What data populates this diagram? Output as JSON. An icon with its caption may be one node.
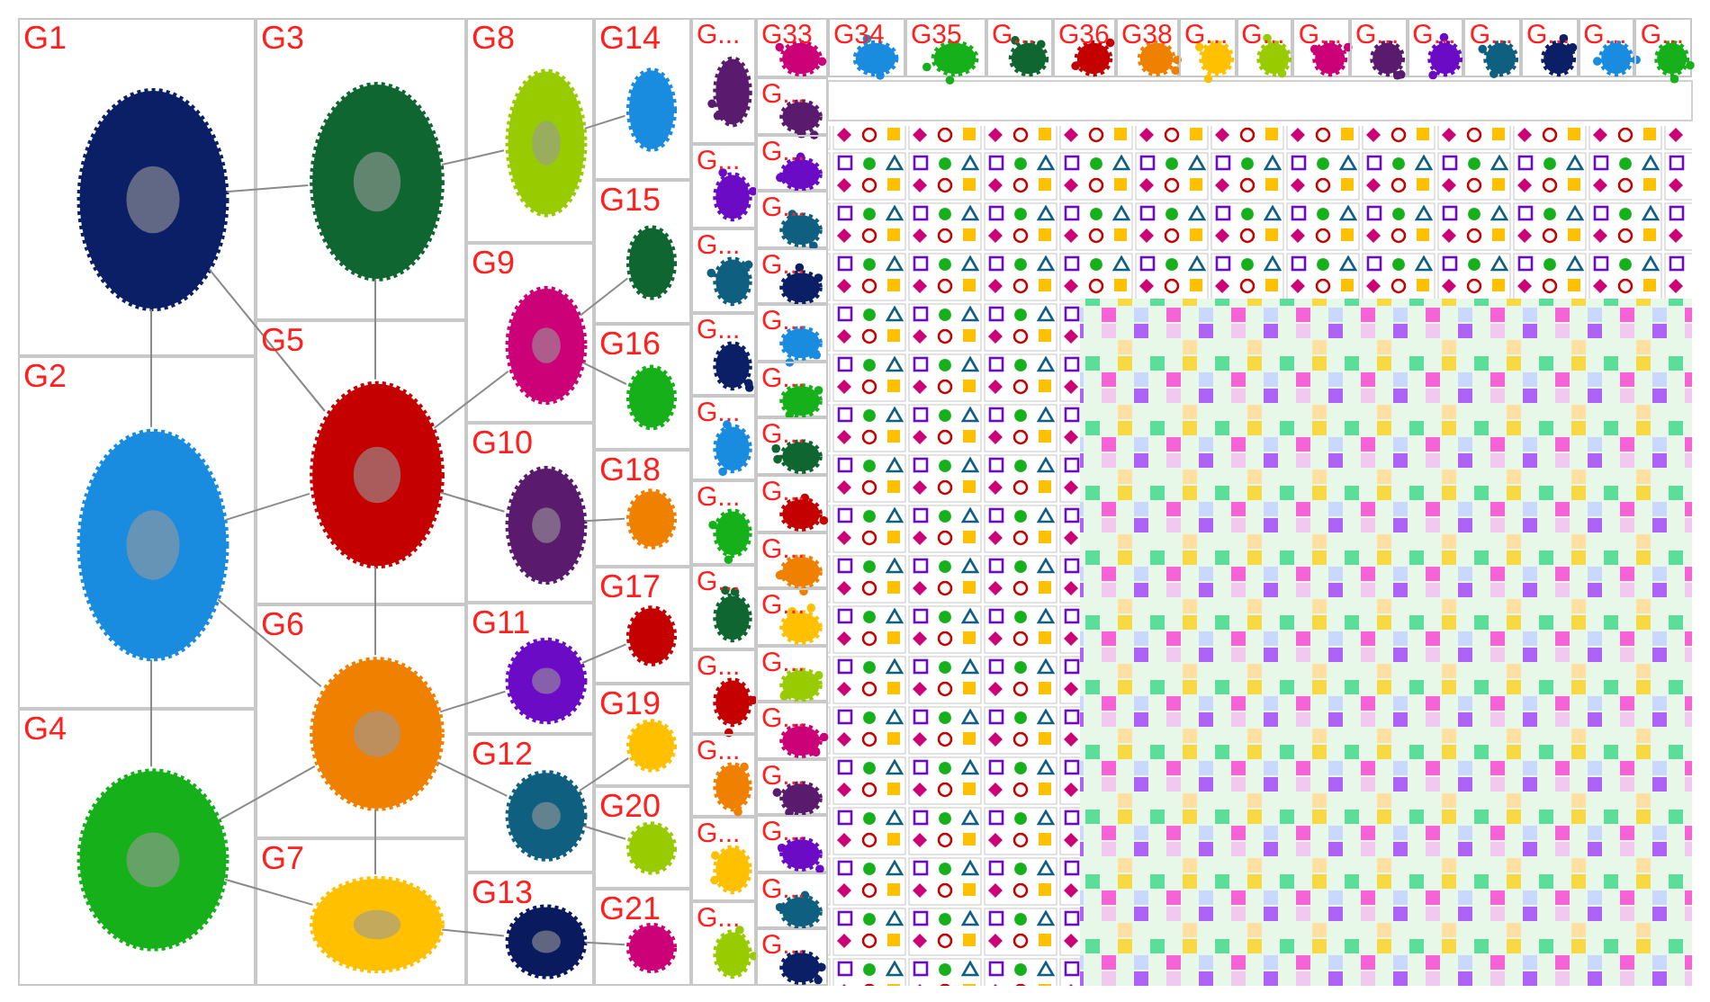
{
  "diagram": {
    "nodes": [
      {
        "text": [
          "G1"
        ]
      },
      {
        "text": [
          "G2"
        ]
      },
      {
        "text": [
          "G4"
        ]
      },
      {
        "text": [
          "G3"
        ]
      },
      {
        "text": [
          "G5"
        ]
      },
      {
        "text": [
          "G6"
        ]
      },
      {
        "text": [
          "G7"
        ]
      },
      {
        "text": [
          "G8"
        ]
      },
      {
        "text": [
          "G9"
        ]
      },
      {
        "text": [
          "G10"
        ]
      },
      {
        "text": [
          "G11"
        ]
      },
      {
        "text": [
          "G12"
        ]
      },
      {
        "text": [
          "G13"
        ]
      },
      {
        "text": [
          "G14"
        ]
      },
      {
        "text": [
          "G15"
        ]
      },
      {
        "text": [
          "G16"
        ]
      },
      {
        "text": [
          "G18"
        ]
      },
      {
        "text": [
          "G17"
        ]
      },
      {
        "text": [
          "G19"
        ]
      },
      {
        "text": [
          "G20"
        ]
      },
      {
        "text": [
          "G21"
        ]
      },
      {
        "text": [
          "G..."
        ]
      },
      {
        "text": [
          "G..."
        ]
      },
      {
        "text": [
          "G..."
        ]
      },
      {
        "text": [
          "G..."
        ]
      },
      {
        "text": [
          "G..."
        ]
      },
      {
        "text": [
          "G..."
        ]
      },
      {
        "text": [
          "G..."
        ]
      },
      {
        "text": [
          "G..."
        ]
      },
      {
        "text": [
          "G..."
        ]
      },
      {
        "text": [
          "G..."
        ]
      },
      {
        "text": [
          "G..."
        ]
      },
      {
        "text": [
          "G33"
        ]
      },
      {
        "text": [
          "G..."
        ]
      },
      {
        "text": [
          "G..."
        ]
      },
      {
        "text": [
          "G..."
        ]
      },
      {
        "text": [
          "G..."
        ]
      },
      {
        "text": [
          "G..."
        ]
      },
      {
        "text": [
          "G..."
        ]
      },
      {
        "text": [
          "G..."
        ]
      },
      {
        "text": [
          "G..."
        ]
      },
      {
        "text": [
          "G..."
        ]
      },
      {
        "text": [
          "G..."
        ]
      },
      {
        "text": [
          "G..."
        ]
      },
      {
        "text": [
          "G..."
        ]
      },
      {
        "text": [
          "G..."
        ]
      },
      {
        "text": [
          "G..."
        ]
      },
      {
        "text": [
          "G..."
        ]
      },
      {
        "text": [
          "G..."
        ]
      },
      {
        "text": [
          "G34"
        ]
      },
      {
        "text": [
          "G35"
        ]
      },
      {
        "text": [
          "G..."
        ]
      },
      {
        "text": [
          "G36"
        ]
      },
      {
        "text": [
          "G38"
        ]
      },
      {
        "text": [
          "G..."
        ]
      },
      {
        "text": [
          "G..."
        ]
      },
      {
        "text": [
          "G..."
        ]
      },
      {
        "text": [
          "G..."
        ]
      },
      {
        "text": [
          "G..."
        ]
      },
      {
        "text": [
          "G..."
        ]
      },
      {
        "text": [
          "G..."
        ]
      },
      {
        "text": [
          "G..."
        ]
      },
      {
        "text": [
          "G..."
        ]
      },
      {
        "text": [],
        "shape": "circle",
        "in": 0
      },
      {
        "text": [],
        "shape": "circle",
        "in": 1
      },
      {
        "text": [],
        "shape": "circle",
        "in": 2
      },
      {
        "text": [],
        "shape": "circle",
        "in": 3
      },
      {
        "text": [],
        "shape": "circle",
        "in": 4
      },
      {
        "text": [],
        "shape": "circle",
        "in": 5
      },
      {
        "text": [],
        "shape": "circle",
        "in": 6
      },
      {
        "text": [],
        "shape": "circle",
        "in": 7
      },
      {
        "text": [],
        "shape": "circle",
        "in": 8
      },
      {
        "text": [],
        "shape": "circle",
        "in": 9
      },
      {
        "text": [],
        "shape": "circle",
        "in": 10
      },
      {
        "text": [],
        "shape": "circle",
        "in": 11
      },
      {
        "text": [],
        "shape": "circle",
        "in": 12
      },
      {
        "text": [],
        "shape": "circle",
        "in": 13
      },
      {
        "text": [],
        "shape": "circle",
        "in": 14
      },
      {
        "text": [],
        "shape": "circle",
        "in": 15
      },
      {
        "text": [],
        "shape": "circle",
        "in": 16
      },
      {
        "text": [],
        "shape": "circle",
        "in": 17
      },
      {
        "text": [],
        "shape": "circle",
        "in": 18
      },
      {
        "text": [],
        "shape": "circle",
        "in": 19
      },
      {
        "text": [],
        "shape": "circle",
        "in": 20
      }
    ],
    "edges": [
      {
        "from": 63,
        "to": 66,
        "arrow": "none"
      },
      {
        "from": 63,
        "to": 64,
        "arrow": "none"
      },
      {
        "from": 64,
        "to": 65,
        "arrow": "none"
      },
      {
        "from": 66,
        "to": 67,
        "arrow": "none"
      },
      {
        "from": 67,
        "to": 68,
        "arrow": "none"
      },
      {
        "from": 68,
        "to": 69,
        "arrow": "none"
      },
      {
        "from": 63,
        "to": 67,
        "arrow": "none"
      },
      {
        "from": 64,
        "to": 67,
        "arrow": "none"
      },
      {
        "from": 64,
        "to": 68,
        "arrow": "none"
      },
      {
        "from": 65,
        "to": 68,
        "arrow": "none"
      },
      {
        "from": 65,
        "to": 69,
        "arrow": "none"
      },
      {
        "from": 66,
        "to": 70,
        "arrow": "none"
      },
      {
        "from": 67,
        "to": 71,
        "arrow": "none"
      },
      {
        "from": 67,
        "to": 72,
        "arrow": "none"
      },
      {
        "from": 68,
        "to": 73,
        "arrow": "none"
      },
      {
        "from": 68,
        "to": 74,
        "arrow": "none"
      },
      {
        "from": 69,
        "to": 75,
        "arrow": "none"
      },
      {
        "from": 70,
        "to": 76,
        "arrow": "none"
      },
      {
        "from": 71,
        "to": 77,
        "arrow": "none"
      },
      {
        "from": 71,
        "to": 78,
        "arrow": "none"
      },
      {
        "from": 72,
        "to": 79,
        "arrow": "none"
      },
      {
        "from": 73,
        "to": 80,
        "arrow": "none"
      },
      {
        "from": 74,
        "to": 81,
        "arrow": "none"
      },
      {
        "from": 74,
        "to": 82,
        "arrow": "none"
      },
      {
        "from": 75,
        "to": 83,
        "arrow": "none"
      }
    ]
  }
}
